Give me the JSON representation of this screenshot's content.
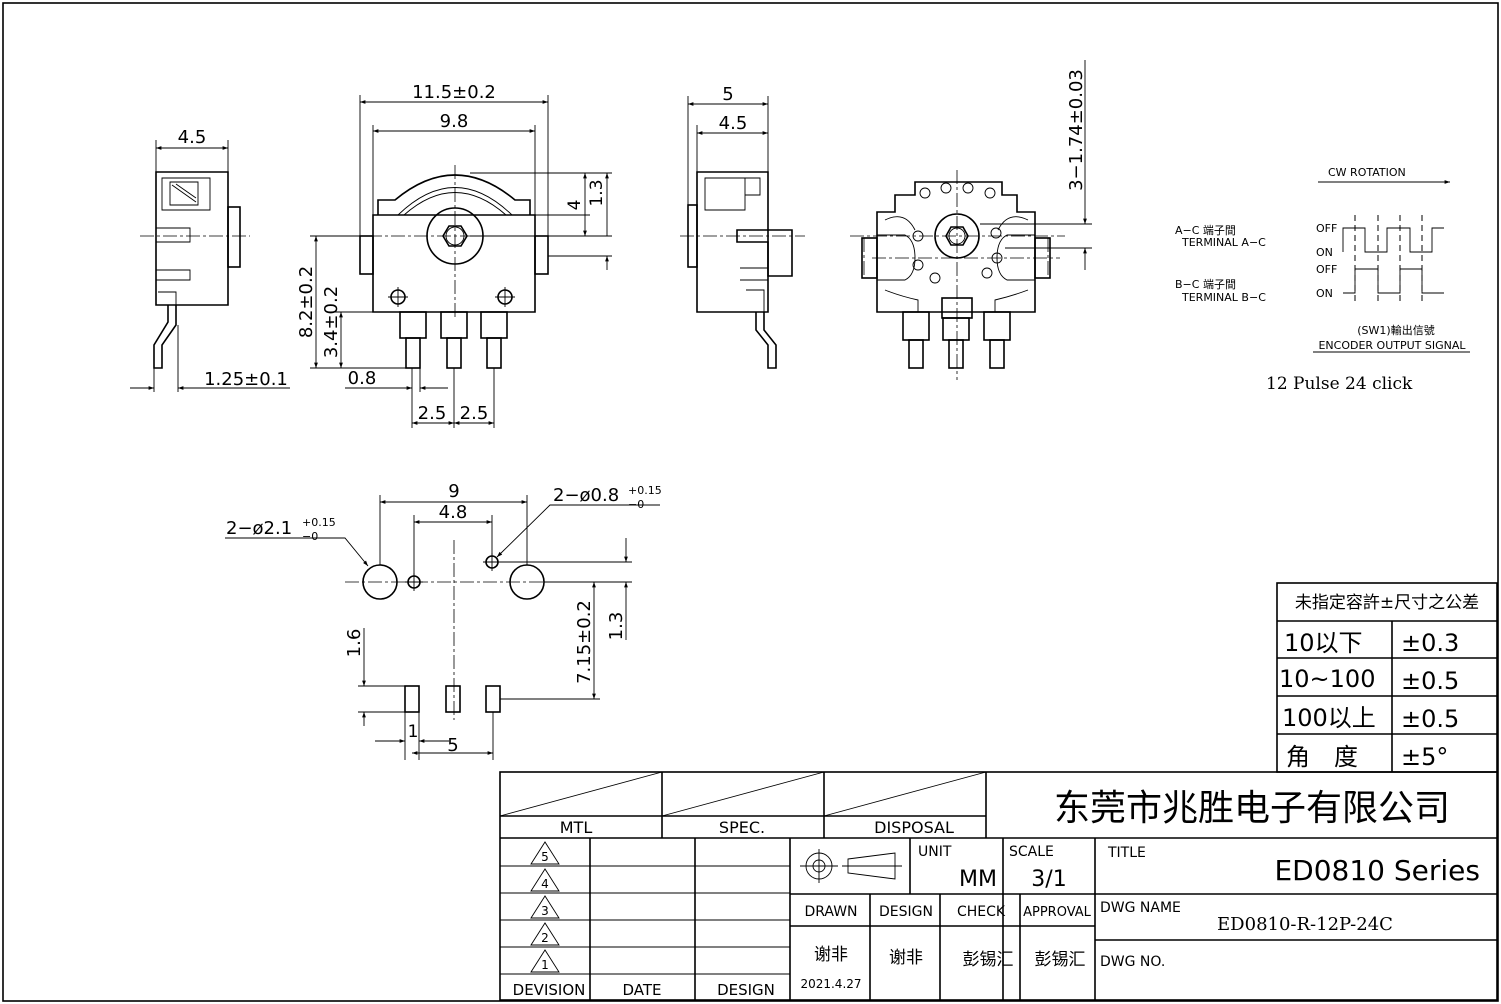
{
  "dimensions": {
    "side_width": "4.5",
    "pin_offset": "1.25±0.1",
    "body_width": "11.5±0.2",
    "inner_width": "9.8",
    "h_4": "4",
    "h_1_3": "1.3",
    "h_8_2": "8.2±0.2",
    "h_3_4": "3.4±0.2",
    "d_0_8": "0.8",
    "pitch_a": "2.5",
    "pitch_b": "2.5",
    "side2_w5": "5",
    "side2_w45": "4.5",
    "mount_3_174": "3−1.74±0.03"
  },
  "layout": {
    "w_9": "9",
    "w_4_8": "4.8",
    "hole_large": "2−ø2.1",
    "hole_large_tol_up": "+0.15",
    "hole_large_tol_dn": "−0",
    "hole_small": "2−ø0.8",
    "hole_small_tol_up": "+0.15",
    "hole_small_tol_dn": "−0",
    "h_1_6": "1.6",
    "h_7_15": "7.15±0.2",
    "h_1_3": "1.3",
    "w_1": "1",
    "w_5": "5"
  },
  "signal": {
    "rotation": "CW   ROTATION",
    "ac_cn": "A−C 端子間",
    "ac_en": "TERMINAL   A−C",
    "bc_cn": "B−C 端子間",
    "bc_en": "TERMINAL   B−C",
    "off1": "OFF",
    "on1": "ON",
    "off2": "OFF",
    "on2": "ON",
    "caption_cn": "(SW1)輸出信號",
    "caption_en": "ENCODER  OUTPUT  SIGNAL",
    "pulse": "12 Pulse 24 click"
  },
  "tolerance": {
    "header": "未指定容許±尺寸之公差",
    "rows": [
      {
        "range": "10以下",
        "tol": "±0.3"
      },
      {
        "range": "10~100",
        "tol": "±0.5"
      },
      {
        "range": "100以上",
        "tol": "±0.5"
      },
      {
        "range": "角　度",
        "tol": "±5°"
      }
    ]
  },
  "titleblock": {
    "mtl": "MTL",
    "spec": "SPEC.",
    "disposal": "DISPOSAL",
    "company": "东莞市兆胜电子有限公司",
    "revisions": [
      "5",
      "4",
      "3",
      "2",
      "1"
    ],
    "division": "DEVISION",
    "date": "DATE",
    "design_col": "DESIGN",
    "unit_label": "UNIT",
    "unit_value": "MM",
    "scale_label": "SCALE",
    "scale_value": "3/1",
    "title_label": "TITLE",
    "title_value": "ED0810  Series",
    "drawn": "DRAWN",
    "design": "DESIGN",
    "check": "CHECK",
    "approval": "APPROVAL",
    "drawn_name": "谢非",
    "drawn_date": "2021.4.27",
    "design_name": "谢非",
    "check_name": "彭锡汇",
    "approval_name": "彭锡汇",
    "dwg_name_label": "DWG  NAME",
    "dwg_name_value": "ED0810-R-12P-24C",
    "dwg_no_label": "DWG    NO."
  }
}
